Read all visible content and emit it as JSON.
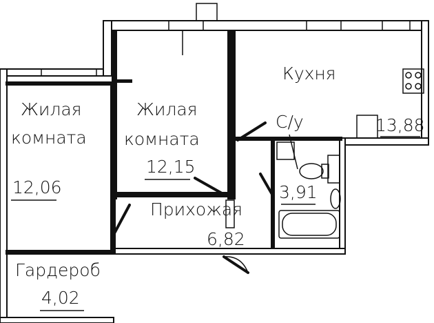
{
  "rooms": [
    {
      "name_line1": "Жилая",
      "name_line2": "комната",
      "area": "12,06"
    },
    {
      "name_line1": "Жилая",
      "name_line2": "комната",
      "area": "12,15"
    },
    {
      "name_line1": "Кухня",
      "area": "13,88"
    },
    {
      "name_line1": "С/у",
      "area": "3,91"
    },
    {
      "name_line1": "Прихожая",
      "area": "6,82"
    },
    {
      "name_line1": "Гардероб",
      "area": "4,02"
    }
  ],
  "colors": {
    "lines": "#111111",
    "background": "#ffffff"
  }
}
